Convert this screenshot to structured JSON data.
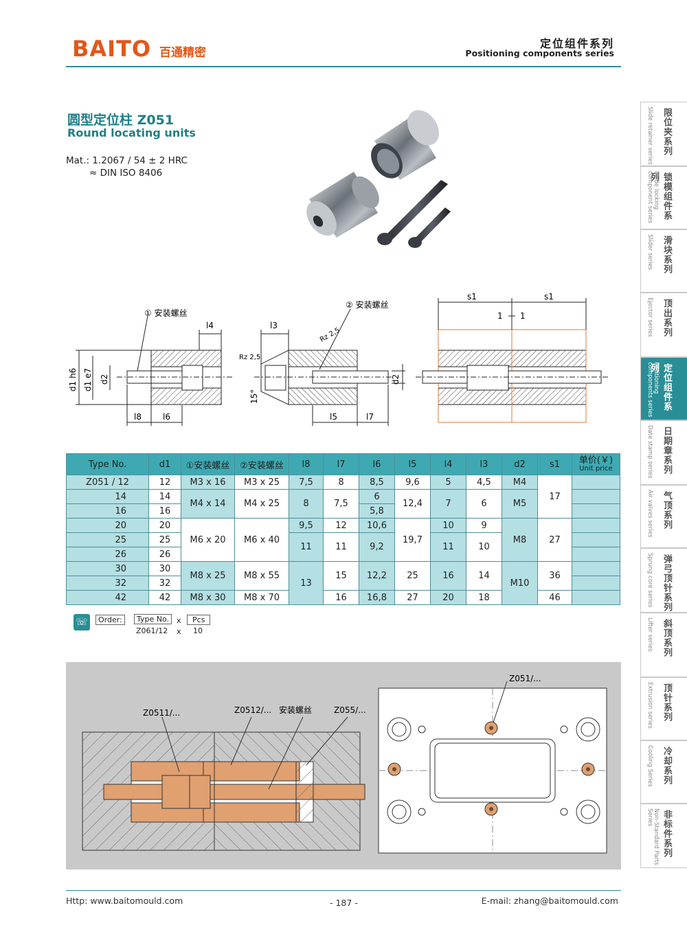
{
  "header": {
    "brand": "BAITO",
    "brand_cn": "百通精密",
    "series_cn": "定位组件系列",
    "series_en": "Positioning components series"
  },
  "product": {
    "title_cn": "圆型定位柱  Z051",
    "title_en": "Round locating units",
    "mat_line1": "Mat.: 1.2067 / 54 ± 2 HRC",
    "mat_line2": "≈ DIN ISO 8406"
  },
  "drawing": {
    "screw1": "① 安装螺丝",
    "screw2": "② 安装螺丝",
    "l4": "l4",
    "l3": "l3",
    "l8": "l8",
    "l6": "l6",
    "l5": "l5",
    "l7": "l7",
    "d1h6": "d1 h6",
    "d1e7": "d1 e7",
    "d2": "d2",
    "d2b": "d2",
    "rz1": "Rz 2,5",
    "rz2": "Rz 2,5",
    "angle": "15°",
    "s1a": "s1",
    "s1b": "s1",
    "one_a": "1",
    "one_b": "1"
  },
  "table": {
    "headers": [
      "Type No.",
      "d1",
      "①安装螺丝",
      "②安装螺丝",
      "l8",
      "l7",
      "l6",
      "l5",
      "l4",
      "l3",
      "d2",
      "s1",
      "单价(￥)",
      "Unit price"
    ],
    "r0": [
      "Z051 / 12",
      "12",
      "M3 x 16",
      "M3 x 25",
      "7,5",
      "8",
      "8,5",
      "9,6",
      "5",
      "4,5",
      "M4"
    ],
    "types": [
      "14",
      "16",
      "20",
      "25",
      "26",
      "30",
      "32",
      "42"
    ],
    "d1": [
      "14",
      "16",
      "20",
      "25",
      "26",
      "30",
      "32",
      "42"
    ],
    "scr_14": "M4 x 14",
    "scr2_14": "M4 x 25",
    "l8_14": "8",
    "l7_14": "7,5",
    "l6_14": "6",
    "l6_16": "5,8",
    "l5_14": "12,4",
    "l4_14": "7",
    "l3_14": "6",
    "d2_14": "M5",
    "s1_12": "17",
    "scr_20": "M6 x 20",
    "scr2_20": "M6 x 40",
    "l8_20": "9,5",
    "l7_20": "12",
    "l6_20": "10,6",
    "l4_20": "10",
    "l3_20": "9",
    "l8_25": "11",
    "l7_25": "11",
    "l6_25": "9,2",
    "l5_20": "19,7",
    "l4_25": "11",
    "l3_25": "10",
    "d2_20": "M8",
    "s1_20": "27",
    "scr_30": "M8 x 25",
    "scr2_30": "M8 x 55",
    "l8_30": "13",
    "l7_30": "15",
    "l6_30": "12,2",
    "l5_30": "25",
    "l4_30": "16",
    "l3_30": "14",
    "s1_30": "36",
    "d2_30": "M10",
    "scr_42": "M8 x 30",
    "scr2_42": "M8 x 70",
    "l7_42": "16",
    "l6_42": "16,8",
    "l5_42": "27",
    "l4_42": "20",
    "l3_42": "18",
    "s1_42": "46"
  },
  "order": {
    "label": "Order:",
    "type_hdr": "Type No.",
    "x": "x",
    "pcs_hdr": "Pcs",
    "type_val": "Z061/12",
    "pcs_val": "10"
  },
  "assembly": {
    "l1": "Z0511/...",
    "l2": "Z0512/...",
    "l3": "安装螺丝",
    "l4": "Z055/...",
    "l5": "Z051/..."
  },
  "side_tabs": [
    {
      "cn": "限位夹系列",
      "en": "Slide retainer series"
    },
    {
      "cn": "锁模组件系列",
      "en": "Mode locking component series"
    },
    {
      "cn": "滑块系列",
      "en": "Slider series"
    },
    {
      "cn": "顶出系列",
      "en": "Ejector series"
    },
    {
      "cn": "定位组件系列",
      "en": "Positioning components series"
    },
    {
      "cn": "日期章系列",
      "en": "Date stamp series"
    },
    {
      "cn": "气顶系列",
      "en": "Air valves series"
    },
    {
      "cn": "弹弓顶针系列",
      "en": "Sprung core series"
    },
    {
      "cn": "斜顶系列",
      "en": "Lifter series"
    },
    {
      "cn": "顶针系列",
      "en": "Extrusion series"
    },
    {
      "cn": "冷却系列",
      "en": "Cooling Series"
    },
    {
      "cn": "非标件系列",
      "en": "Non-Standard Parts Series"
    }
  ],
  "footer": {
    "web": "Http: www.baitomould.com",
    "page": "- 187 -",
    "email": "E-mail: zhang@baitomould.com"
  },
  "colors": {
    "brand": "#e2571a",
    "teal": "#2a8e96",
    "table_header": "#3ea9b3",
    "cell_cyan": "#b4dfe3",
    "copper": "#e0a070"
  }
}
